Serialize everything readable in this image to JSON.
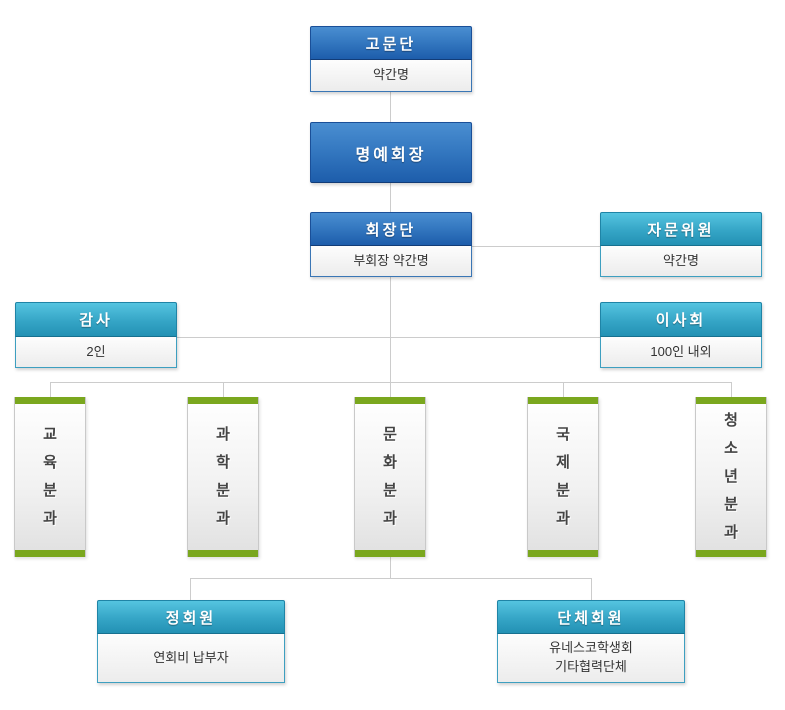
{
  "org_chart": {
    "advisors_group": {
      "title": "고문단",
      "detail": "약간명"
    },
    "honorary_chairman": {
      "title": "명예회장"
    },
    "presidium": {
      "title": "회장단",
      "detail": "부회장 약간명"
    },
    "advisory_committee": {
      "title": "자문위원",
      "detail": "약간명"
    },
    "audit": {
      "title": "감사",
      "detail": "2인"
    },
    "board": {
      "title": "이사회",
      "detail": "100인 내외"
    },
    "divisions": [
      {
        "label": "교육분과"
      },
      {
        "label": "과학분과"
      },
      {
        "label": "문화분과"
      },
      {
        "label": "국제분과"
      },
      {
        "label": "청소년분과"
      }
    ],
    "regular_member": {
      "title": "정회원",
      "detail": "연회비 납부자"
    },
    "group_member": {
      "title": "단체회원",
      "detail_line1": "유네스코학생회",
      "detail_line2": "기타협력단체"
    }
  },
  "colors": {
    "primary_blue": "#1d5dab",
    "teal": "#2391b4",
    "green": "#7aa71e",
    "connector_gray": "#cccccc"
  }
}
